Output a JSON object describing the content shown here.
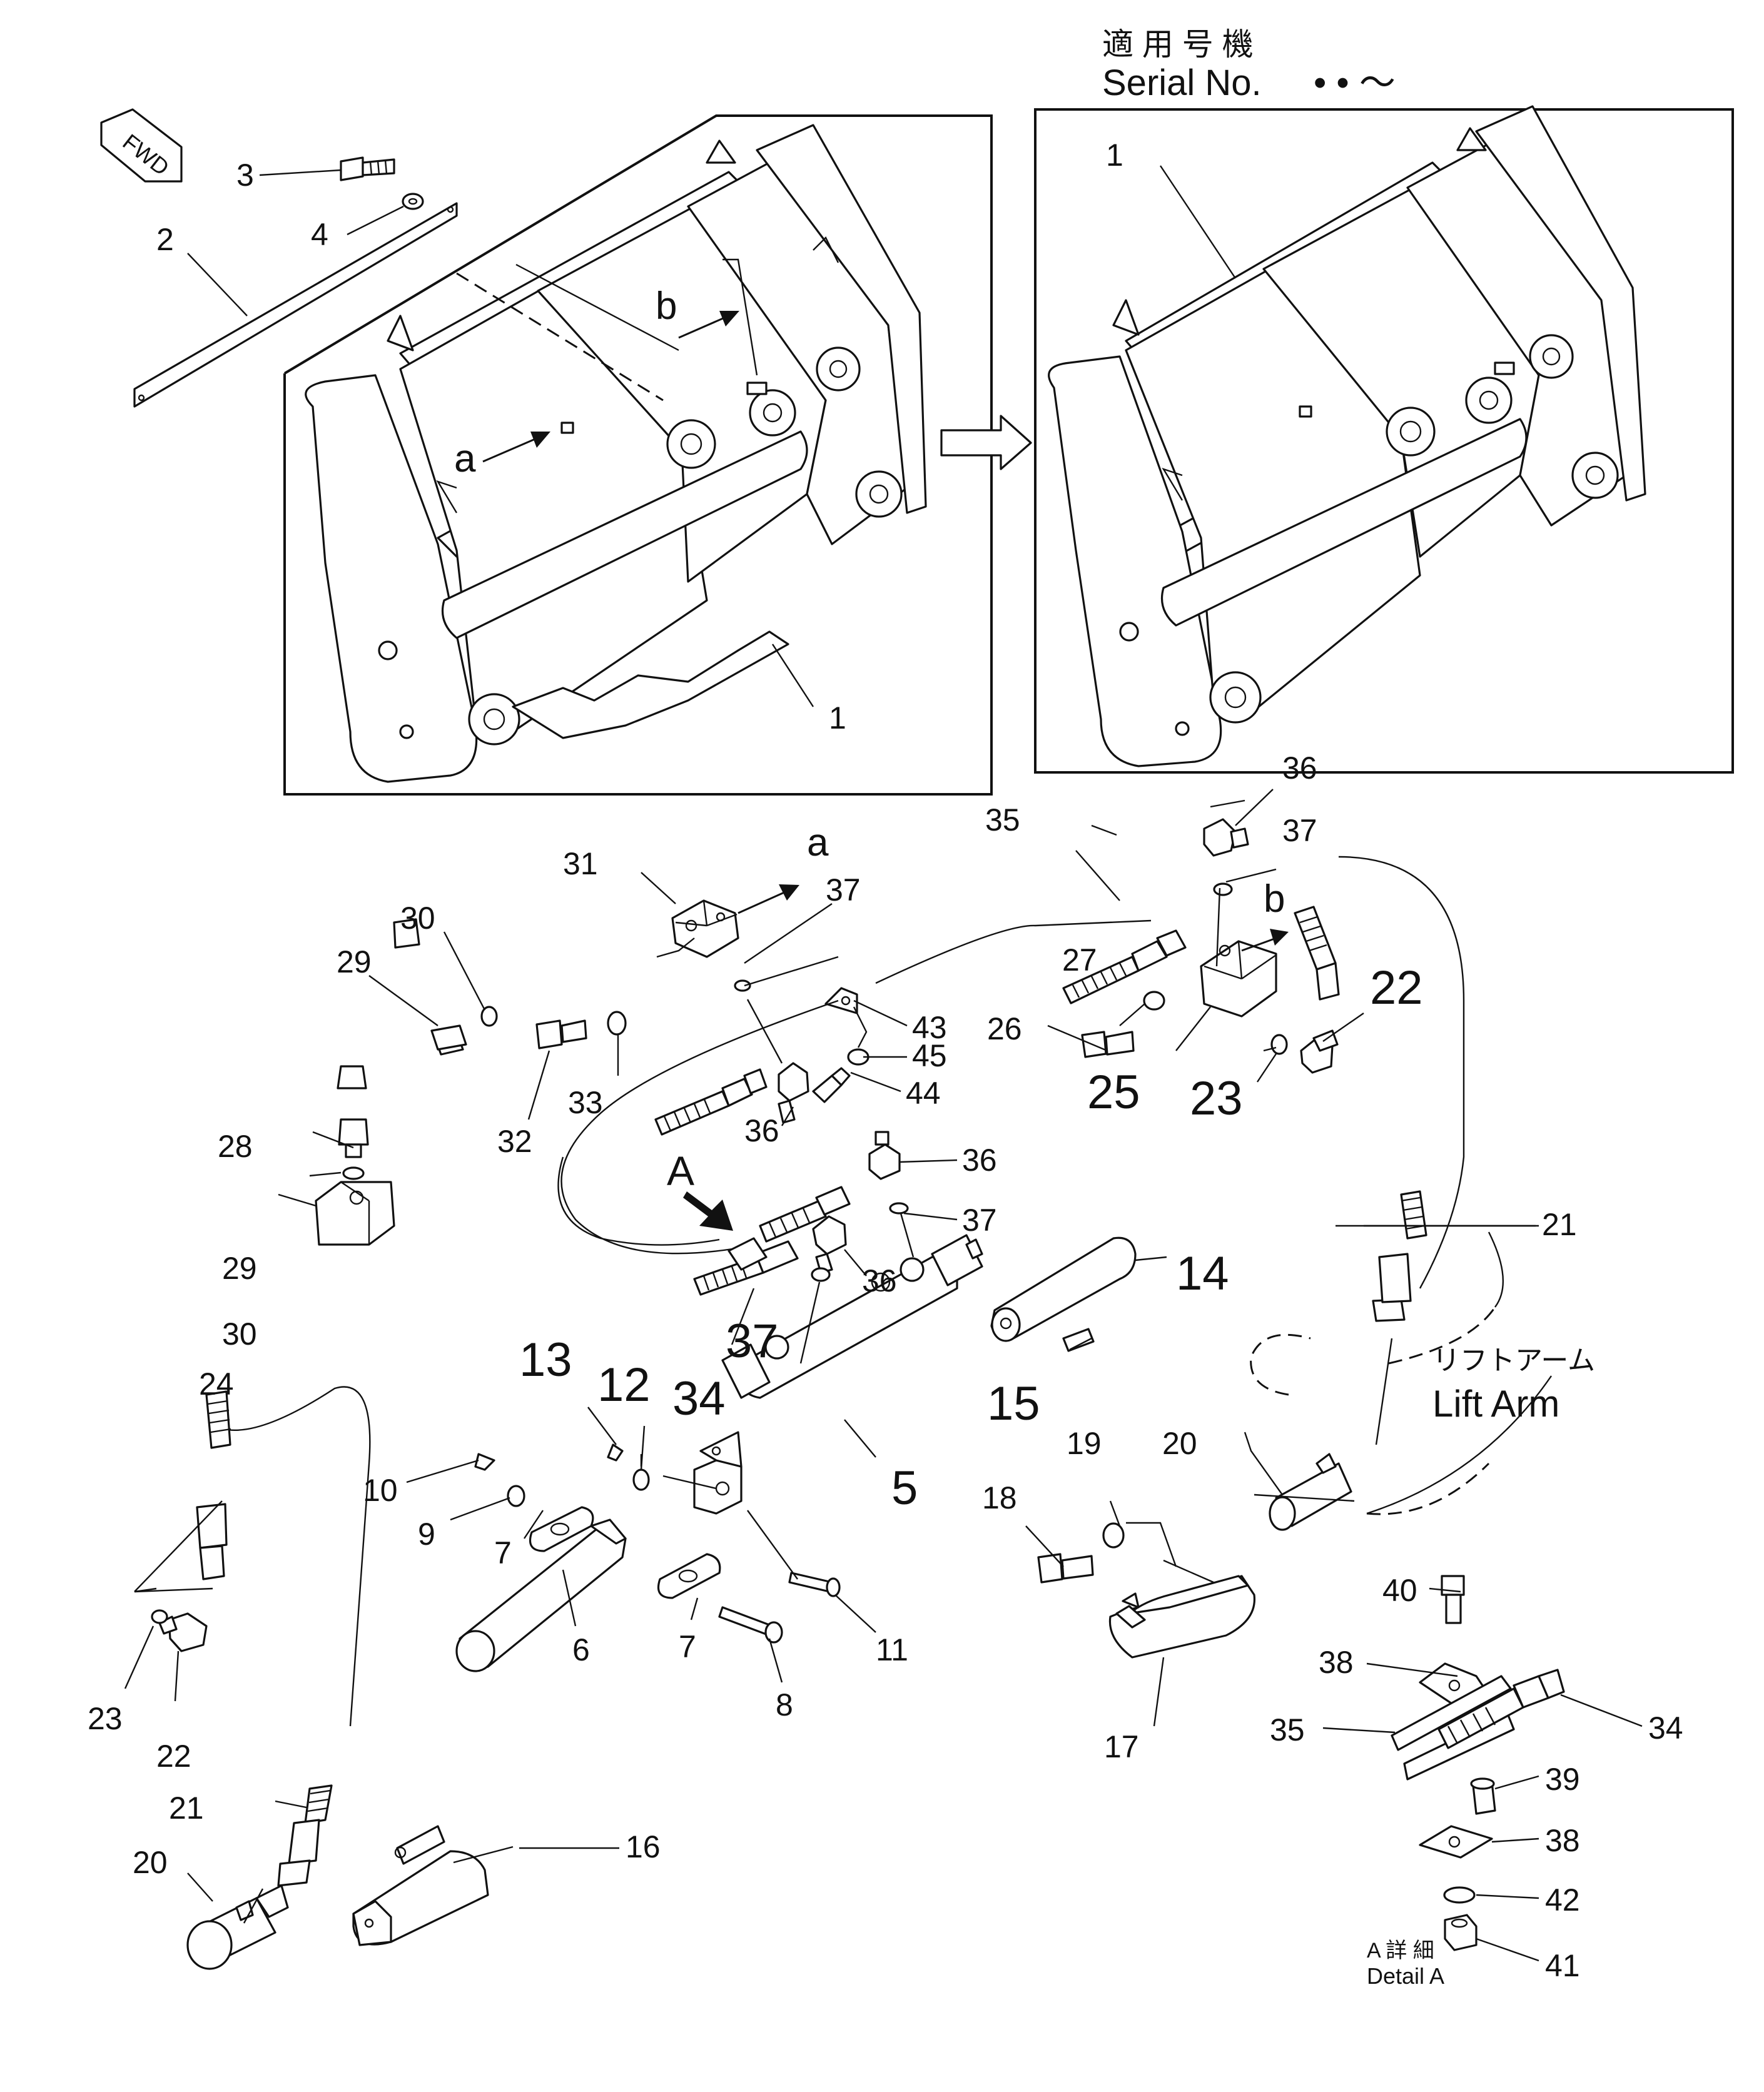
{
  "header": {
    "serial_jp": "適 用 号 機",
    "serial_en": "Serial No.",
    "serial_marks": "• •  ～"
  },
  "fwd_label": "FWD",
  "markers": {
    "a": "a",
    "b": "b",
    "A": "A"
  },
  "lift_arm": {
    "jp": "リフトアーム",
    "en": "Lift Arm"
  },
  "detail": {
    "jp": "A 詳 細",
    "en": "Detail A"
  },
  "callouts": {
    "c1a": "1",
    "c1b": "1",
    "c2": "2",
    "c3": "3",
    "c4": "4",
    "c5": "5",
    "c6": "6",
    "c7a": "7",
    "c7b": "7",
    "c8": "8",
    "c9": "9",
    "c10": "10",
    "c11": "11",
    "c12": "12",
    "c13": "13",
    "c14": "14",
    "c15": "15",
    "c16": "16",
    "c17": "17",
    "c18": "18",
    "c19": "19",
    "c20a": "20",
    "c20b": "20",
    "c21a": "21",
    "c21b": "21",
    "c22a": "22",
    "c22b": "22",
    "c23a": "23",
    "c23b": "23",
    "c24": "24",
    "c25": "25",
    "c26": "26",
    "c27": "27",
    "c28": "28",
    "c29a": "29",
    "c29b": "29",
    "c30a": "30",
    "c30b": "30",
    "c31": "31",
    "c32": "32",
    "c33": "33",
    "c34a": "34",
    "c34b": "34",
    "c35a": "35",
    "c35b": "35",
    "c36a": "36",
    "c36b": "36",
    "c36c": "36",
    "c36d": "36",
    "c37a": "37",
    "c37b": "37",
    "c37c": "37",
    "c37d": "37",
    "c38a": "38",
    "c38b": "38",
    "c39": "39",
    "c40": "40",
    "c41": "41",
    "c42": "42",
    "c43": "43",
    "c44": "44",
    "c45": "45"
  }
}
